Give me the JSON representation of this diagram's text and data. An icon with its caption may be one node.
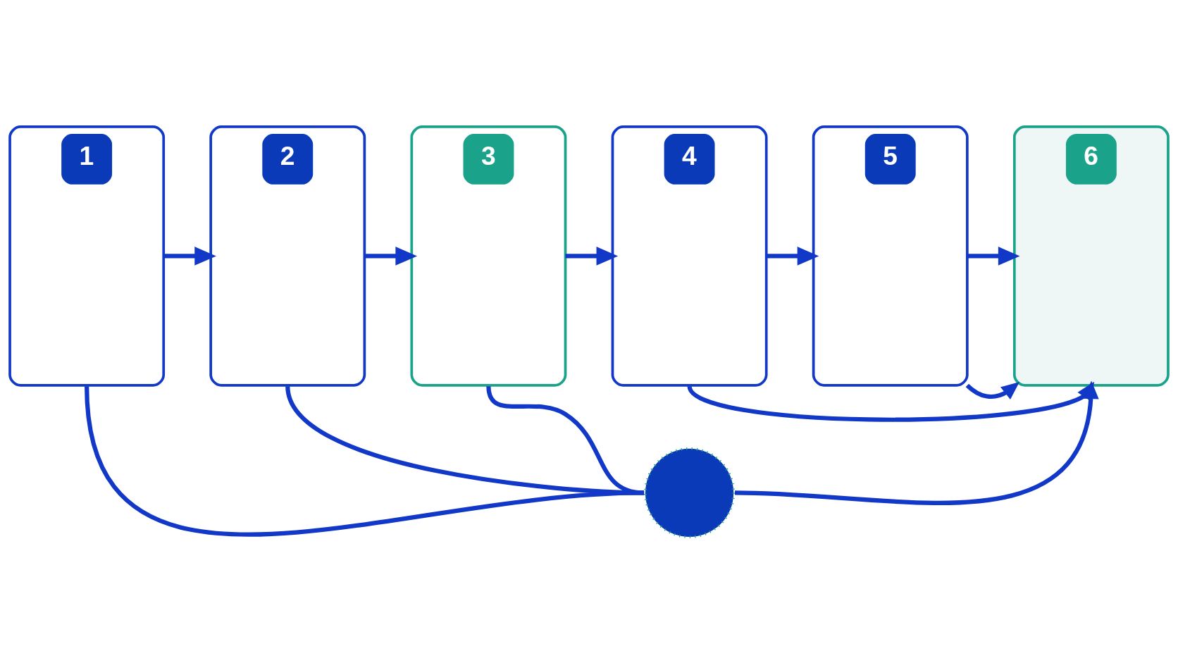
{
  "diagram": {
    "nodes": [
      {
        "text": [
          "1"
        ]
      },
      {
        "text": [
          "2"
        ]
      },
      {
        "text": [
          "3"
        ]
      },
      {
        "text": [
          "4"
        ]
      },
      {
        "text": [
          "5"
        ]
      },
      {
        "text": [
          "6"
        ]
      },
      {
        "text": [],
        "shape": "circle"
      }
    ],
    "edges": [
      {
        "from": 0,
        "to": 1,
        "arrow": "to"
      },
      {
        "from": 1,
        "to": 2,
        "arrow": "to"
      },
      {
        "from": 2,
        "to": 3,
        "arrow": "to"
      },
      {
        "from": 3,
        "to": 4,
        "arrow": "to"
      },
      {
        "from": 4,
        "to": 5,
        "arrow": "to"
      },
      {
        "from": 0,
        "to": 6,
        "arrow": "none"
      },
      {
        "from": 1,
        "to": 6,
        "arrow": "none"
      },
      {
        "from": 2,
        "to": 6,
        "arrow": "none"
      },
      {
        "from": 6,
        "to": 5,
        "arrow": "to"
      },
      {
        "from": 3,
        "to": 5,
        "arrow": "to"
      },
      {
        "from": 4,
        "to": 5,
        "arrow": "to"
      }
    ]
  }
}
